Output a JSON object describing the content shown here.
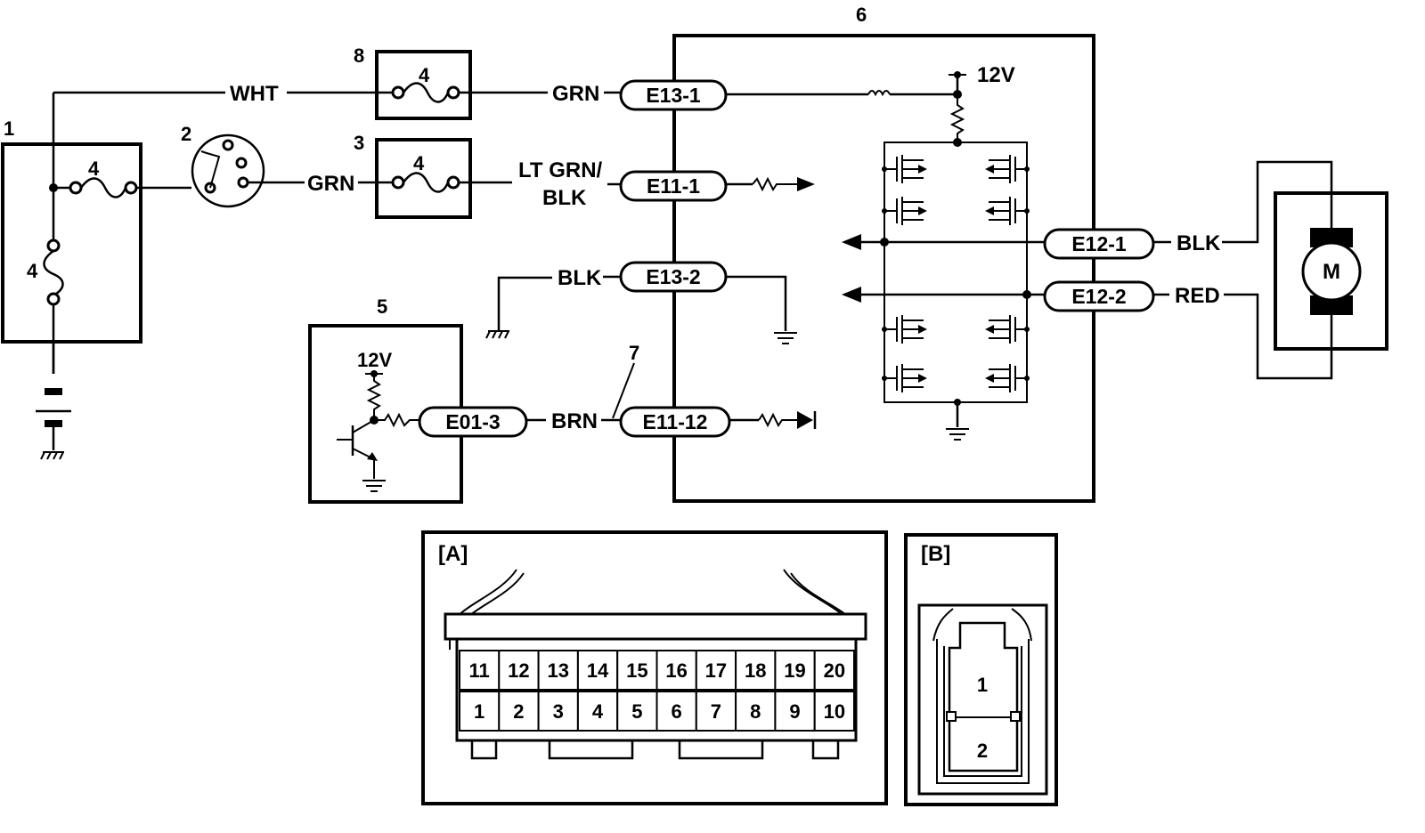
{
  "components": {
    "c1": "1",
    "c2": "2",
    "c3": "3",
    "c4": "4",
    "c5": "5",
    "c6": "6",
    "c7": "7",
    "c8": "8",
    "fuse_label": "4"
  },
  "wires": {
    "wht": "WHT",
    "grn_top": "GRN",
    "grn_mid": "GRN",
    "lt_grn_1": "LT GRN/",
    "lt_grn_2": "BLK",
    "blk_ground": "BLK",
    "brn": "BRN",
    "blk_motor": "BLK",
    "red_motor": "RED"
  },
  "connectors": {
    "e13_1": "E13-1",
    "e11_1": "E11-1",
    "e13_2": "E13-2",
    "e11_12": "E11-12",
    "e01_3": "E01-3",
    "e12_1": "E12-1",
    "e12_2": "E12-2"
  },
  "supply": {
    "v12_module": "12V",
    "v12_sensor": "12V"
  },
  "motor": {
    "label": "M"
  },
  "connector_a": {
    "label": "[A]",
    "top_row": [
      "11",
      "12",
      "13",
      "14",
      "15",
      "16",
      "17",
      "18",
      "19",
      "20"
    ],
    "bottom_row": [
      "1",
      "2",
      "3",
      "4",
      "5",
      "6",
      "7",
      "8",
      "9",
      "10"
    ]
  },
  "connector_b": {
    "label": "[B]",
    "pins": [
      "1",
      "2"
    ]
  }
}
